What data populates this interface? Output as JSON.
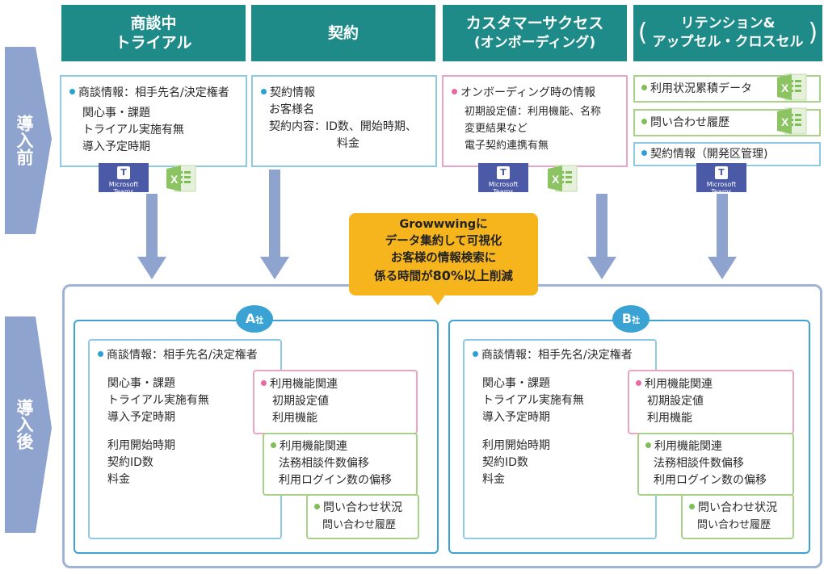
{
  "stages": {
    "before": "導入前",
    "after": "導入後"
  },
  "headers": [
    {
      "line1": "商談中",
      "line2": "トライアル"
    },
    {
      "line1": "契約"
    },
    {
      "line1": "カスタマーサクセス",
      "line2": "(オンボーディング)"
    },
    {
      "line1": "リテンション&",
      "line2": "アップセル・クロスセル"
    }
  ],
  "before": {
    "col1": {
      "title": "商談情報：相手先名/決定権者",
      "lines": [
        "関心事・課題",
        "トライアル実施有無",
        "導入予定時期"
      ]
    },
    "col2": {
      "title": "契約情報",
      "lines": [
        "お客様名",
        "契約内容：ID数、開始時期、",
        "料金"
      ]
    },
    "col3": {
      "title": "オンボーディング時の情報",
      "lines": [
        "初期設定値：利用機能、名称",
        "変更結果など",
        "電子契約連携有無"
      ]
    },
    "col4": {
      "item1": "利用状況累積データ",
      "item2": "問い合わせ履歴",
      "item3": "契約情報（開発区管理)"
    },
    "teams_label": "Microsoft Teams"
  },
  "callout": {
    "line1": "Growwwingに",
    "line2": "データ集約して可視化",
    "line3": "お客様の情報検索に",
    "line4_pre": "係る時間が",
    "line4_bold": "80%以上",
    "line4_post": "削減"
  },
  "companyA": {
    "badge": "A",
    "badge_suffix": "社"
  },
  "companyB": {
    "badge": "B",
    "badge_suffix": "社"
  },
  "after": {
    "main_title": "商談情報：相手先名/決定権者",
    "main_lines1": [
      "関心事・課題",
      "トライアル実施有無",
      "導入予定時期"
    ],
    "main_lines2": [
      "利用開始時期",
      "契約ID数",
      "料金"
    ],
    "pink_title": "利用機能関連",
    "pink_lines": [
      "初期設定値",
      "利用機能"
    ],
    "green_title": "利用機能関連",
    "green_lines": [
      "法務相談件数偏移",
      "利用ログイン数の偏移"
    ],
    "inq_title": "問い合わせ状況",
    "inq_line": "問い合わせ履歴"
  },
  "colors": {
    "header": "#1e8b88",
    "stage": "#8fa3cf",
    "callout": "#f7b51d",
    "company": "#3aa3d3"
  }
}
